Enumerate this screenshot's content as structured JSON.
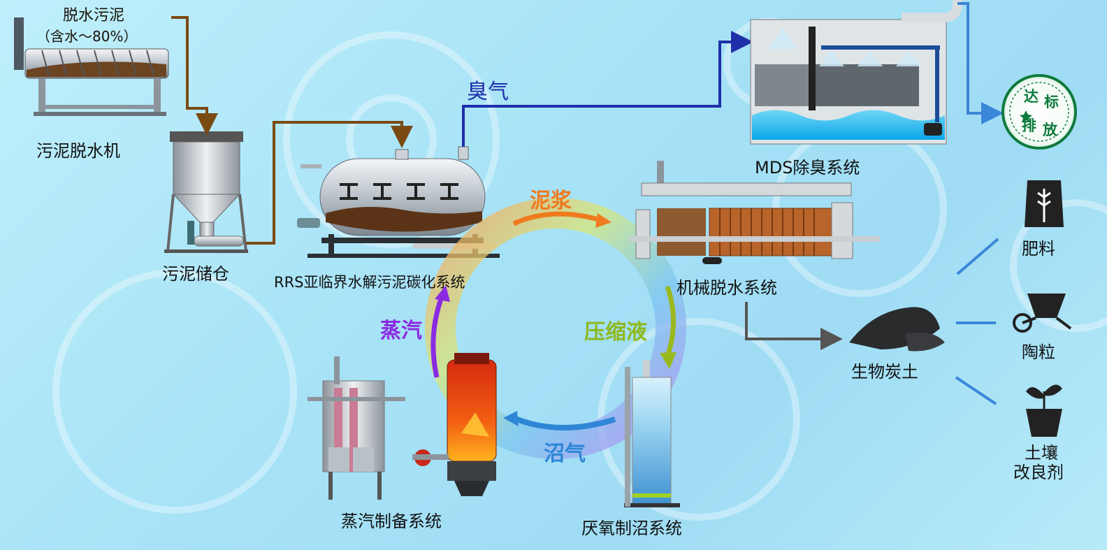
{
  "input_label": {
    "line1": "脱水污泥",
    "line2": "（含水～80%）"
  },
  "nodes": {
    "dewatering_machine": "污泥脱水机",
    "sludge_silo": "污泥储仓",
    "rrs_system": "RRS亚临界水解污泥碳化系统",
    "mds_system": "MDS除臭系统",
    "mechanical_dewatering": "机械脱水系统",
    "steam_system": "蒸汽制备系统",
    "anaerobic_system": "厌氧制沼系统",
    "biochar": "生物炭土"
  },
  "flows": {
    "odor": "臭气",
    "slurry": "泥浆",
    "filtrate": "压缩液",
    "biogas": "沼气",
    "steam": "蒸汽"
  },
  "badge": {
    "chars": [
      "达",
      "标",
      "排",
      "放"
    ]
  },
  "products": [
    {
      "label": "肥料",
      "icon": "fertilizer-bag-icon"
    },
    {
      "label": "陶粒",
      "icon": "wheelbarrow-icon"
    },
    {
      "label": "土壤\n改良剂",
      "line1": "土壤",
      "line2": "改良剂",
      "icon": "seedling-pot-icon"
    }
  ],
  "colors": {
    "sludge_pipe": "#7a4a12",
    "odor_pipe": "#1f2fa8",
    "slurry": "#f07a1e",
    "filtrate": "#8fb81e",
    "biogas": "#2f86d6",
    "steam": "#8a2be2",
    "badge_green": "#0e7a3c"
  }
}
